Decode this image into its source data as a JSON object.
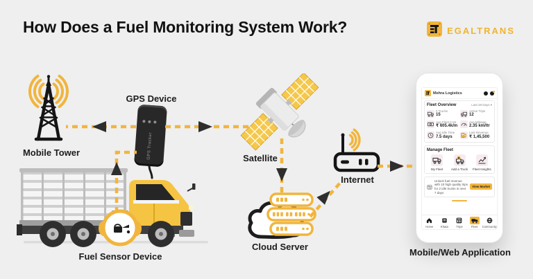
{
  "page": {
    "title": "How Does a Fuel Monitoring System Work?"
  },
  "brand": {
    "name": "EGALTRANS"
  },
  "colors": {
    "accent": "#F1B53D",
    "ink": "#1D1D1D",
    "background": "#EFEFEF"
  },
  "nodes": {
    "mobile_tower": {
      "label": "Mobile Tower"
    },
    "gps_device": {
      "label": "GPS Device",
      "device_text": "GPS Tracker"
    },
    "satellite": {
      "label": "Satellite"
    },
    "internet": {
      "label": "Internet"
    },
    "cloud_server": {
      "label": "Cloud Server"
    },
    "fuel_sensor": {
      "label": "Fuel Sensor Device"
    },
    "mobile_app": {
      "label": "Mobile/Web Application"
    }
  },
  "phone": {
    "company": "Mehra Logistics",
    "overview": {
      "heading": "Fleet Overview",
      "range": "Last 28 Days ▾"
    },
    "stats": [
      {
        "label": "# Trucks",
        "value": "15"
      },
      {
        "label": "Active Trips",
        "value": "12"
      },
      {
        "label": "Avg Fleet Cost",
        "value": "₹ 605.4k/m"
      },
      {
        "label": "Avg Mileage",
        "value": "2.35 km/ltr"
      },
      {
        "label": "Avg Idle Time",
        "value": "7.5 days"
      },
      {
        "label": "Last Revenue",
        "value": "₹ 1,45,500"
      }
    ],
    "manage": {
      "heading": "Manage Fleet",
      "actions": [
        {
          "label": "My Fleet"
        },
        {
          "label": "Add a Truck"
        },
        {
          "label": "Fleet Insights"
        }
      ]
    },
    "banner": {
      "text": "Unlock fuel revenue with 10 high quality trips for 2 idle trucks in next 7 days",
      "button": "View Market"
    },
    "nav": [
      {
        "label": "Home"
      },
      {
        "label": "Khata"
      },
      {
        "label": "Trips"
      },
      {
        "label": "Fleet"
      },
      {
        "label": "Community"
      }
    ]
  }
}
